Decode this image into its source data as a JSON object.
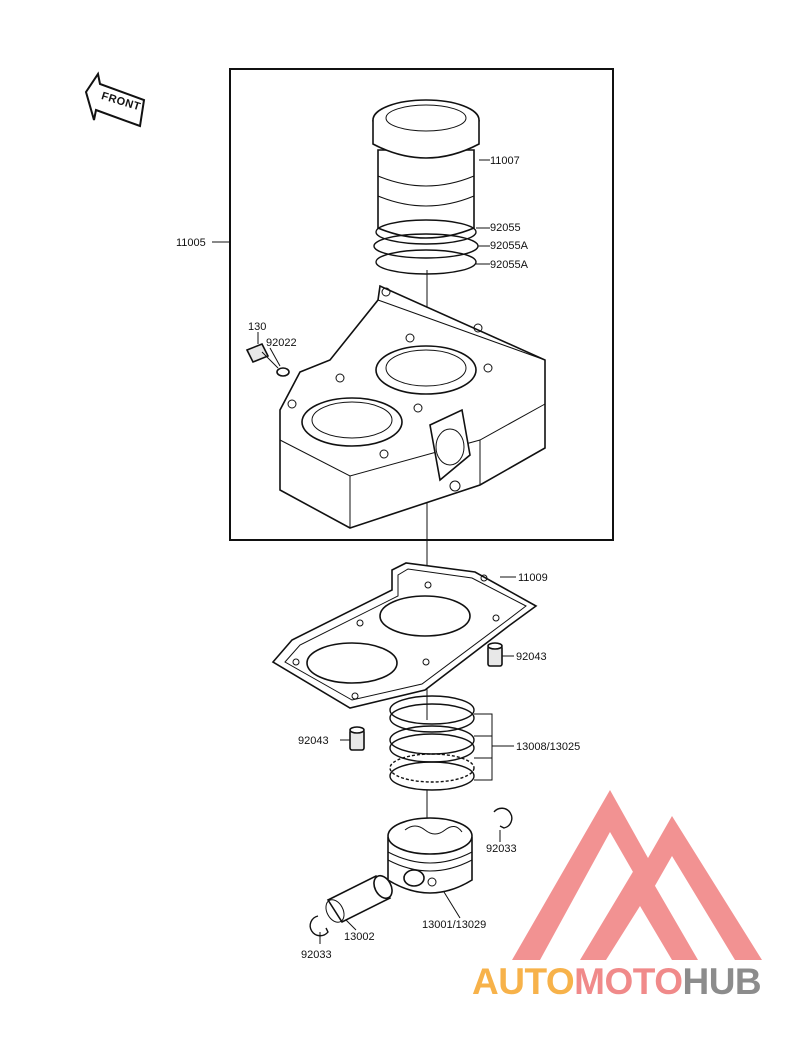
{
  "direction_marker": {
    "text": "FRONT",
    "icon": "front-arrow-icon"
  },
  "labels": {
    "assembly": "11005",
    "liner": "11007",
    "ring_1": "92055",
    "ring_2": "92055A",
    "ring_3": "92055A",
    "bolt": "130",
    "washer": "92022",
    "gasket": "11009",
    "dowel_right": "92043",
    "dowel_left": "92043",
    "piston_rings": "13008/13025",
    "circlip_right": "92033",
    "circlip_left": "92033",
    "piston_pin": "13002",
    "piston": "13001/13029"
  },
  "watermark": {
    "part1": "AUTO",
    "part2": "MOTO",
    "part3": "HUB",
    "color_part1": "#f7b24a",
    "color_part2": "#f08a8a",
    "color_part3": "#8c8c8c",
    "logo_color": "#f08080"
  }
}
